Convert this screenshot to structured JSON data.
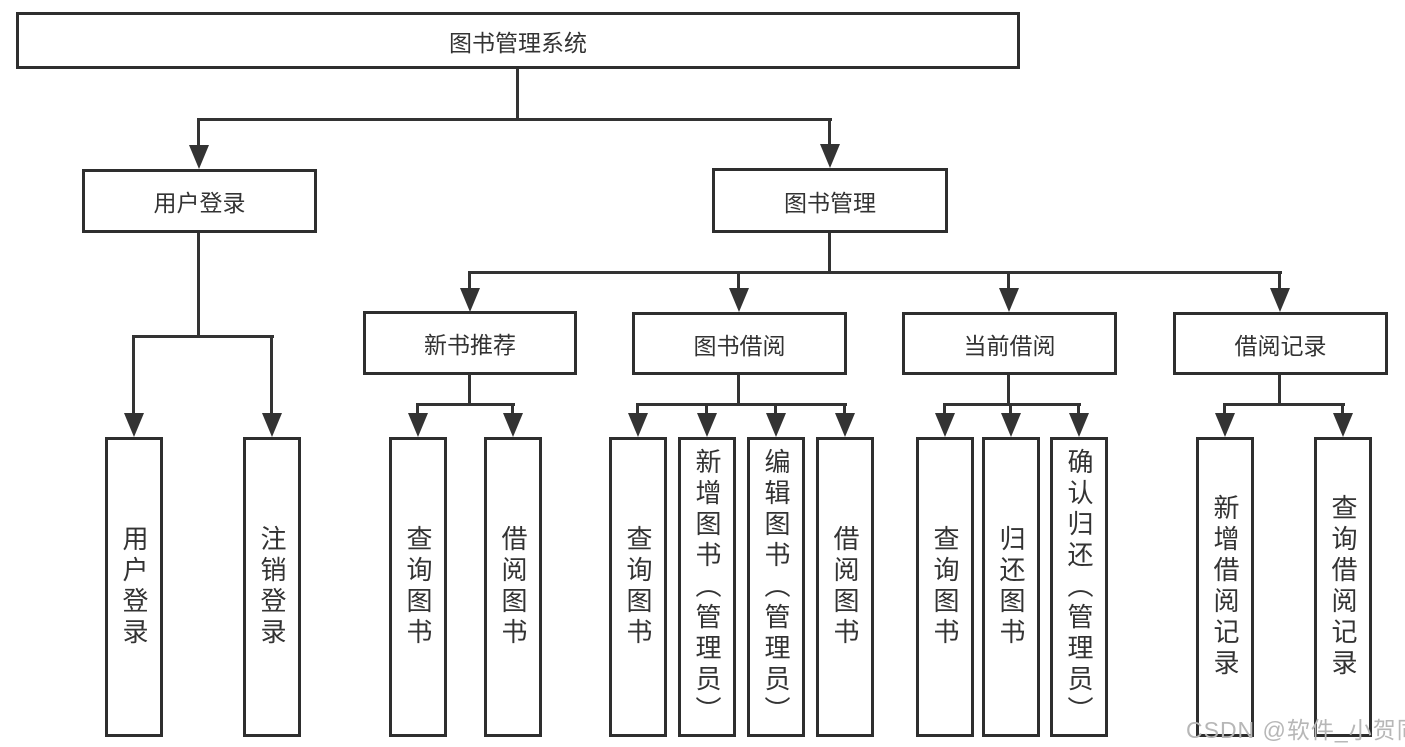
{
  "diagram": {
    "root_label": "图书管理系统",
    "watermark": "CSDN @软件_小贺同学",
    "colors": {
      "line": "#333333",
      "box_border": "#2e2e2e",
      "text": "#333333",
      "watermark_text": "#b7b7b7",
      "background": "#ffffff"
    },
    "branches": [
      {
        "label": "用户登录",
        "children": [
          {
            "label": "用户登录"
          },
          {
            "label": "注销登录"
          }
        ]
      },
      {
        "label": "图书管理",
        "children": [
          {
            "label": "新书推荐",
            "children": [
              {
                "label": "查询图书"
              },
              {
                "label": "借阅图书"
              }
            ]
          },
          {
            "label": "图书借阅",
            "children": [
              {
                "label": "查询图书"
              },
              {
                "label": "新增图书（管理员）"
              },
              {
                "label": "编辑图书（管理员）"
              },
              {
                "label": "借阅图书"
              }
            ]
          },
          {
            "label": "当前借阅",
            "children": [
              {
                "label": "查询图书"
              },
              {
                "label": "归还图书"
              },
              {
                "label": "确认归还（管理员）"
              }
            ]
          },
          {
            "label": "借阅记录",
            "children": [
              {
                "label": "新增借阅记录"
              },
              {
                "label": "查询借阅记录"
              }
            ]
          }
        ]
      }
    ]
  }
}
